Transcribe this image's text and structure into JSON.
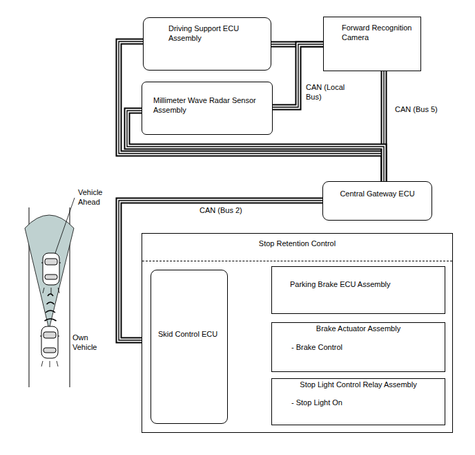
{
  "diagram": {
    "nodes": [
      {
        "text": [
          "Driving Support ECU Assembly"
        ]
      },
      {
        "text": [
          "Forward Recognition Camera"
        ]
      },
      {
        "text": [
          "Millimeter Wave Radar Sensor Assembly"
        ]
      },
      {
        "text": [
          "Central Gateway ECU"
        ]
      },
      {
        "text": [
          "Stop Retention Control"
        ]
      },
      {
        "text": [
          "Skid Control ECU"
        ],
        "in": 4
      },
      {
        "text": [
          "Parking Brake ECU Assembly"
        ],
        "in": 4
      },
      {
        "text": [
          "Brake Actuator Assembly",
          "- Brake Control"
        ],
        "in": 4
      },
      {
        "text": [
          "Stop Light Control Relay Assembly",
          "- Stop Light On"
        ],
        "in": 4
      }
    ],
    "edges": [
      {
        "from": 0,
        "to": 1,
        "arrow": "none"
      },
      {
        "from": 2,
        "to": 1,
        "arrow": "none",
        "label": "CAN (Local Bus)"
      },
      {
        "from": 1,
        "to": 3,
        "arrow": "none",
        "label": "CAN (Bus 5)"
      },
      {
        "from": 0,
        "to": 3,
        "arrow": "none"
      },
      {
        "from": 2,
        "to": 3,
        "arrow": "none"
      },
      {
        "from": 3,
        "to": 5,
        "arrow": "none",
        "label": "CAN (Bus 2)"
      },
      {
        "from": 5,
        "to": 6,
        "arrow": "to"
      },
      {
        "from": 5,
        "to": 7,
        "arrow": "to"
      },
      {
        "from": 5,
        "to": 8,
        "arrow": "to"
      }
    ],
    "labels": [
      "Vehicle Ahead",
      "Own Vehicle"
    ]
  }
}
